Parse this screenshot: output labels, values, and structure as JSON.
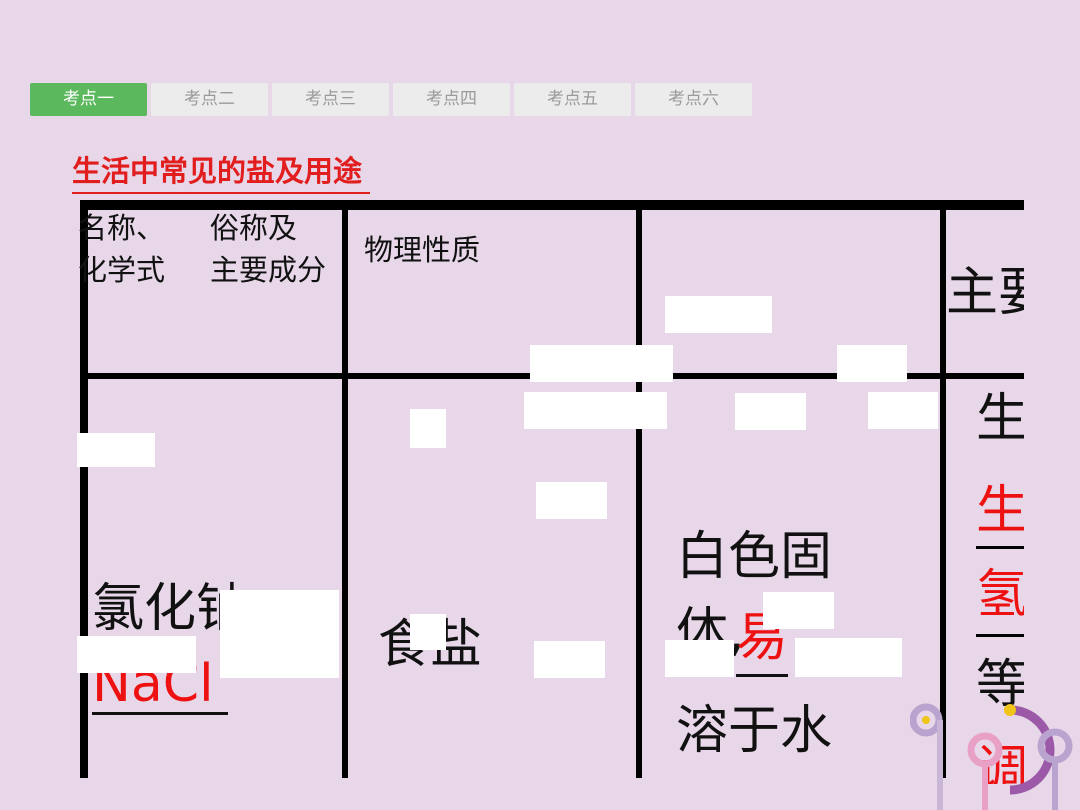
{
  "tabs": [
    {
      "label": "考点一"
    },
    {
      "label": "考点二"
    },
    {
      "label": "考点三"
    },
    {
      "label": "考点四"
    },
    {
      "label": "考点五"
    },
    {
      "label": "考点六"
    }
  ],
  "heading": "生活中常见的盐及用途",
  "table": {
    "headers": {
      "name_line1": "名称、",
      "name_line2": "化学式",
      "alias_line1": "俗称及",
      "alias_line2": "主要成分",
      "physical": "物理性质",
      "usage": "主要"
    },
    "row1": {
      "name": "氯化钠",
      "formula": "NaCl",
      "alias": "食盐",
      "physical_line1": "白色固",
      "physical_line2a": "体,",
      "physical_line2b": "易",
      "physical_line3": "溶于水",
      "usage_line1": "生",
      "usage_line2": "生",
      "usage_line3": "氢",
      "usage_line4": "等",
      "usage_line5": "调"
    }
  },
  "colors": {
    "background": "#e7d7e9",
    "active_tab": "#5cb85c",
    "accent_red": "#ee1111"
  }
}
